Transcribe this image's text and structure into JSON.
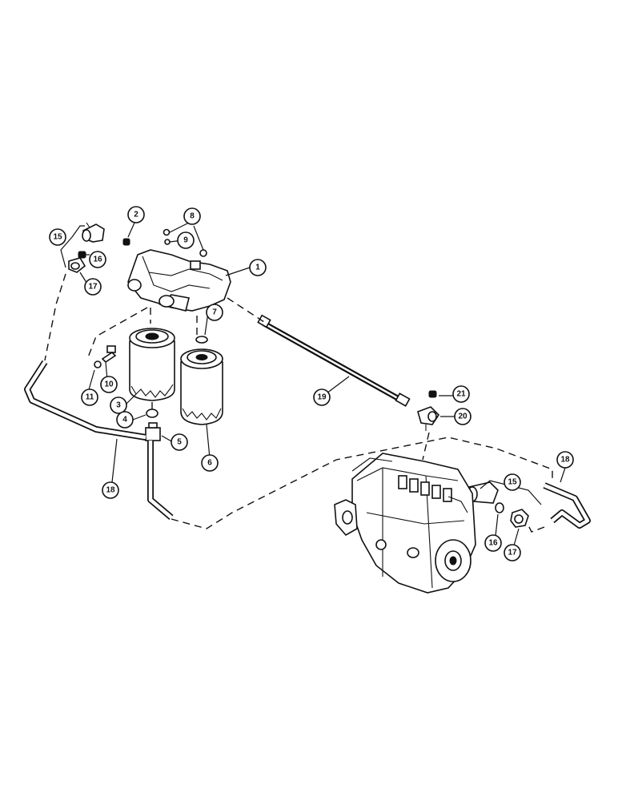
{
  "diagram": {
    "callouts": {
      "c1": "1",
      "c2": "2",
      "c3": "3",
      "c4": "4",
      "c5": "5",
      "c6": "6",
      "c7": "7",
      "c8": "8",
      "c9": "9",
      "c10": "10",
      "c11": "11",
      "c15a": "15",
      "c16a": "16",
      "c17a": "17",
      "c18a": "18",
      "c19": "19",
      "c20": "20",
      "c21": "21",
      "c15b": "15",
      "c16b": "16",
      "c17b": "17",
      "c18b": "18"
    }
  }
}
